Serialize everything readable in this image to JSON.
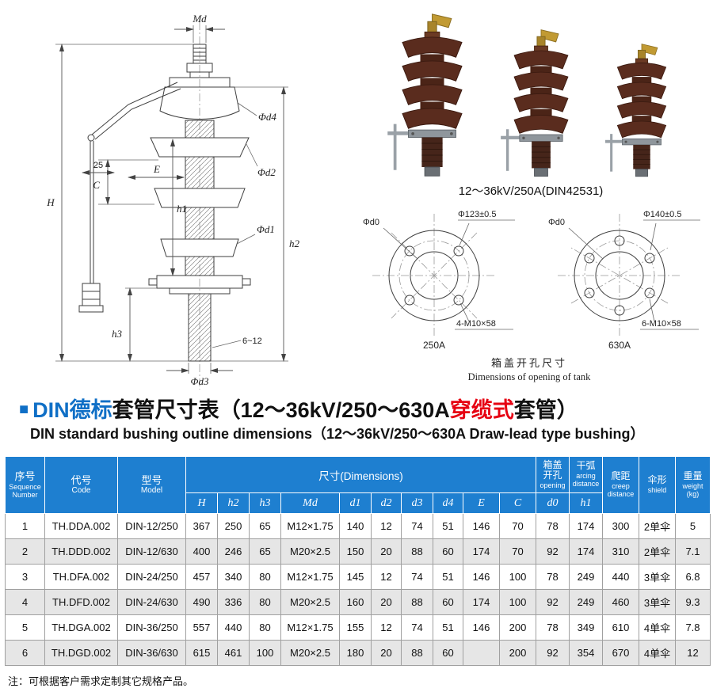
{
  "colors": {
    "accent_blue": "#0f6fc6",
    "table_header_bg": "#1e7fd0",
    "highlight_red": "#e60012",
    "row_alt_bg": "#e6e6e6"
  },
  "drawing": {
    "labels": {
      "md": "Md",
      "phi_d4": "Φd4",
      "phi_d2": "Φd2",
      "phi_d1": "Φd1",
      "phi_d3": "Φd3",
      "h1": "h1",
      "h2": "h2",
      "h3": "h3",
      "H": "H",
      "C": "C",
      "E": "E",
      "dim25": "25",
      "dim612": "6~12"
    }
  },
  "photos": {
    "caption": "12～36kV/250A(DIN42531)"
  },
  "flange": {
    "left": {
      "d0": "Φd0",
      "circle": "Φ123±0.5",
      "holes": "4-M10×58",
      "name": "250A"
    },
    "right": {
      "d0": "Φd0",
      "circle": "Φ140±0.5",
      "holes": "6-M10×58",
      "name": "630A"
    },
    "caption_cn": "箱盖开孔尺寸",
    "caption_en": "Dimensions of opening of tank"
  },
  "title": {
    "square": "■",
    "cn_brand": "DIN德标",
    "cn_mid": "套管尺寸表（12～36kV/250～630A",
    "cn_red": "穿缆式",
    "cn_tail": "套管）",
    "en": "DIN standard bushing outline dimensions（12～36kV/250～630A Draw-lead type bushing）"
  },
  "table": {
    "header": {
      "seq_cn": "序号",
      "seq_en1": "Sequence",
      "seq_en2": "Number",
      "code_cn": "代号",
      "code_en": "Code",
      "model_cn": "型号",
      "model_en": "Model",
      "dims": "尺寸(Dimensions)",
      "dim_cols": [
        "H",
        "h2",
        "h3",
        "Md",
        "d1",
        "d2",
        "d3",
        "d4",
        "E",
        "C"
      ],
      "opening_cn": "箱盖",
      "opening_cn2": "开孔",
      "opening_en": "opening",
      "opening_sub": "d0",
      "arcing_cn": "干弧",
      "arcing_en": "arcing",
      "arcing_en2": "distance",
      "arcing_sub": "h1",
      "creep_cn": "爬距",
      "creep_en": "creep",
      "creep_en2": "distance",
      "shield_cn": "伞形",
      "shield_en": "shield",
      "weight_cn": "重量",
      "weight_en": "weight",
      "weight_unit": "(kg)"
    },
    "col_keys": [
      "seq",
      "code",
      "model",
      "H",
      "h2",
      "h3",
      "Md",
      "d1",
      "d2",
      "d3",
      "d4",
      "E",
      "C",
      "d0",
      "h1",
      "creep",
      "shield",
      "weight"
    ],
    "rows": [
      {
        "seq": "1",
        "code": "TH.DDA.002",
        "model": "DIN-12/250",
        "H": "367",
        "h2": "250",
        "h3": "65",
        "Md": "M12×1.75",
        "d1": "140",
        "d2": "12",
        "d3": "74",
        "d4": "51",
        "E": "146",
        "C": "70",
        "d0": "78",
        "h1": "174",
        "creep": "300",
        "shield": "2单伞",
        "weight": "5"
      },
      {
        "seq": "2",
        "code": "TH.DDD.002",
        "model": "DIN-12/630",
        "H": "400",
        "h2": "246",
        "h3": "65",
        "Md": "M20×2.5",
        "d1": "150",
        "d2": "20",
        "d3": "88",
        "d4": "60",
        "E": "174",
        "C": "70",
        "d0": "92",
        "h1": "174",
        "creep": "310",
        "shield": "2单伞",
        "weight": "7.1"
      },
      {
        "seq": "3",
        "code": "TH.DFA.002",
        "model": "DIN-24/250",
        "H": "457",
        "h2": "340",
        "h3": "80",
        "Md": "M12×1.75",
        "d1": "145",
        "d2": "12",
        "d3": "74",
        "d4": "51",
        "E": "146",
        "C": "100",
        "d0": "78",
        "h1": "249",
        "creep": "440",
        "shield": "3单伞",
        "weight": "6.8"
      },
      {
        "seq": "4",
        "code": "TH.DFD.002",
        "model": "DIN-24/630",
        "H": "490",
        "h2": "336",
        "h3": "80",
        "Md": "M20×2.5",
        "d1": "160",
        "d2": "20",
        "d3": "88",
        "d4": "60",
        "E": "174",
        "C": "100",
        "d0": "92",
        "h1": "249",
        "creep": "460",
        "shield": "3单伞",
        "weight": "9.3"
      },
      {
        "seq": "5",
        "code": "TH.DGA.002",
        "model": "DIN-36/250",
        "H": "557",
        "h2": "440",
        "h3": "80",
        "Md": "M12×1.75",
        "d1": "155",
        "d2": "12",
        "d3": "74",
        "d4": "51",
        "E": "146",
        "C": "200",
        "d0": "78",
        "h1": "349",
        "creep": "610",
        "shield": "4单伞",
        "weight": "7.8"
      },
      {
        "seq": "6",
        "code": "TH.DGD.002",
        "model": "DIN-36/630",
        "H": "615",
        "h2": "461",
        "h3": "100",
        "Md": "M20×2.5",
        "d1": "180",
        "d2": "20",
        "d3": "88",
        "d4": "60",
        "E": "",
        "C": "200",
        "d0": "92",
        "h1": "354",
        "creep": "670",
        "shield": "4单伞",
        "weight": "12"
      }
    ]
  },
  "note": "注：可根据客户需求定制其它规格产品。"
}
